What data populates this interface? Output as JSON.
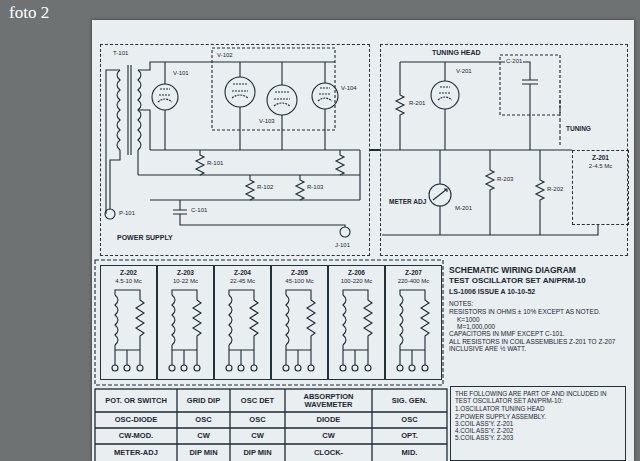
{
  "diagram": {
    "title": "SCHEMATIC WIRING DIAGRAM",
    "nodes": [
      {
        "text": [
          "POWER SUPPLY"
        ]
      },
      {
        "text": [
          "TUNING HEAD"
        ]
      },
      {
        "text": [
          "Z-201",
          "2-4.5 Mc"
        ],
        "in": 1
      },
      {
        "text": [
          "Z-202",
          "4.5-10 Mc"
        ]
      },
      {
        "text": [
          "Z-203",
          "10-22 Mc"
        ]
      },
      {
        "text": [
          "Z-204",
          "22-45 Mc"
        ]
      },
      {
        "text": [
          "Z-205",
          "45-100 Mc"
        ]
      },
      {
        "text": [
          "Z-206",
          "100-220 Mc"
        ]
      },
      {
        "text": [
          "Z-207",
          "220-400 Mc"
        ]
      },
      {
        "text": [
          "THE FOLLOWING ARE PART OF AND INCLUDED IN TEST OSCILLATOR SET AN/PRM-10:",
          "1.OSCILLATOR TUNING HEAD",
          "2.POWER SUPPLY ASSEMBLY.",
          "3.COIL ASS'Y. Z-201",
          "4.COIL ASS'Y. Z-202",
          "5.COIL ASS'Y. Z-203"
        ]
      }
    ],
    "edges": [
      {
        "from": 0,
        "to": 1,
        "arrow": "none"
      }
    ],
    "labels": [
      "foto 2",
      "TEST OSCILLATOR SET AN/PRM-10",
      "LS-1006 ISSUE A 10-10-52",
      "NOTES:",
      "RESISTORS IN OHMS ± 10% EXCEPT AS NOTED.",
      "K=1000",
      "M=1,000,000",
      "CAPACITORS IN MMF EXCEPT C-101.",
      "ALL RESISTORS IN COIL ASSEMBLIES Z-201 TO Z-207 INCLUSIVE ARE ½ WATT.",
      "POT. OR SWITCH",
      "GRID DIP",
      "OSC DET",
      "ABSORPTION WAVEMETER",
      "SIG. GEN.",
      "OSC-DIODE",
      "OSC",
      "OSC",
      "DIODE",
      "OSC",
      "CW-MOD.",
      "CW",
      "CW",
      "CW",
      "OPT.",
      "METER-ADJ",
      "DIP MIN",
      "DIP MIN",
      "CLOCK-",
      "MID.",
      "METER ADJ",
      "TUNING",
      "T-101",
      "V-101",
      "V-102",
      "V-103",
      "V-104",
      "P-101",
      "C-101",
      "R-101",
      "R-102",
      "R-103",
      "J-101",
      "V-201",
      "M-201",
      "R-201",
      "R-202",
      "R-203",
      "C-201"
    ]
  }
}
